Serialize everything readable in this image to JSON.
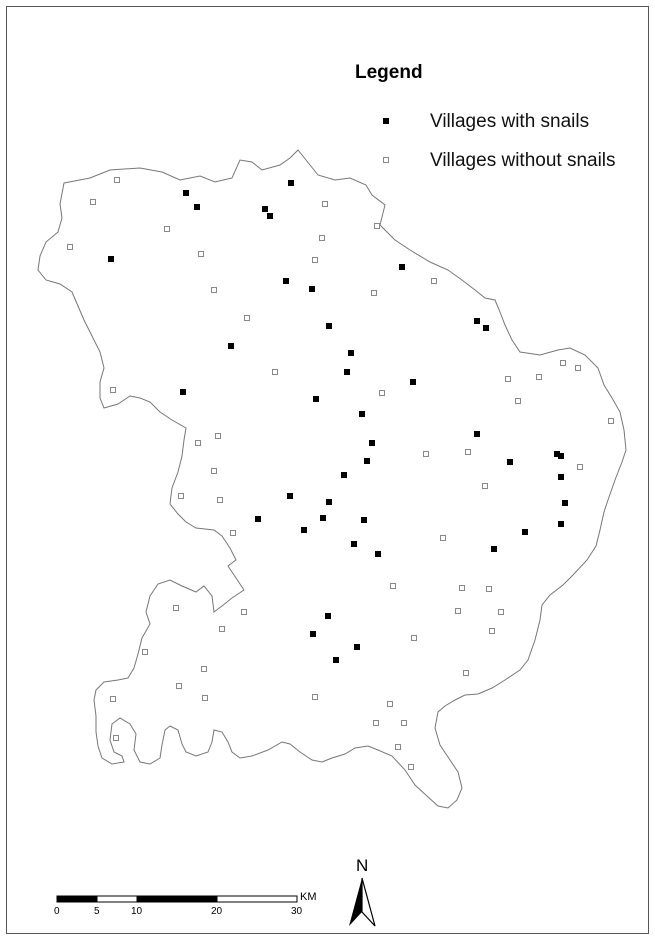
{
  "legend": {
    "title": "Legend",
    "with_snails": "Villages with snails",
    "without_snails": "Villages without snails"
  },
  "scale_bar": {
    "unit": "KM",
    "ticks": [
      "0",
      "5",
      "10",
      "20",
      "30"
    ]
  },
  "north_arrow": {
    "label": "N"
  },
  "colors": {
    "with_snails": "#000000",
    "without_snails_stroke": "#888888",
    "boundary": "#777777"
  },
  "villages_with_snails": [
    [
      186,
      193
    ],
    [
      197,
      207
    ],
    [
      291,
      183
    ],
    [
      265,
      209
    ],
    [
      270,
      216
    ],
    [
      111,
      259
    ],
    [
      402,
      267
    ],
    [
      286,
      281
    ],
    [
      312,
      289
    ],
    [
      477,
      321
    ],
    [
      486,
      328
    ],
    [
      329,
      326
    ],
    [
      231,
      346
    ],
    [
      351,
      353
    ],
    [
      347,
      372
    ],
    [
      413,
      382
    ],
    [
      183,
      392
    ],
    [
      316,
      399
    ],
    [
      362,
      414
    ],
    [
      477,
      434
    ],
    [
      372,
      443
    ],
    [
      367,
      461
    ],
    [
      510,
      462
    ],
    [
      557,
      454
    ],
    [
      561,
      456
    ],
    [
      561,
      477
    ],
    [
      344,
      475
    ],
    [
      290,
      496
    ],
    [
      329,
      502
    ],
    [
      565,
      503
    ],
    [
      258,
      519
    ],
    [
      323,
      518
    ],
    [
      364,
      520
    ],
    [
      304,
      530
    ],
    [
      525,
      532
    ],
    [
      561,
      524
    ],
    [
      354,
      544
    ],
    [
      494,
      549
    ],
    [
      378,
      554
    ],
    [
      328,
      616
    ],
    [
      313,
      634
    ],
    [
      357,
      647
    ],
    [
      336,
      660
    ]
  ],
  "villages_without_snails": [
    [
      117,
      180
    ],
    [
      386,
      160
    ],
    [
      93,
      202
    ],
    [
      325,
      204
    ],
    [
      167,
      229
    ],
    [
      377,
      226
    ],
    [
      70,
      247
    ],
    [
      201,
      254
    ],
    [
      322,
      238
    ],
    [
      315,
      260
    ],
    [
      434,
      281
    ],
    [
      214,
      290
    ],
    [
      374,
      293
    ],
    [
      247,
      318
    ],
    [
      275,
      372
    ],
    [
      563,
      363
    ],
    [
      578,
      368
    ],
    [
      539,
      377
    ],
    [
      508,
      379
    ],
    [
      113,
      390
    ],
    [
      382,
      393
    ],
    [
      518,
      401
    ],
    [
      611,
      421
    ],
    [
      198,
      443
    ],
    [
      218,
      436
    ],
    [
      426,
      454
    ],
    [
      468,
      452
    ],
    [
      580,
      467
    ],
    [
      214,
      471
    ],
    [
      485,
      486
    ],
    [
      181,
      496
    ],
    [
      220,
      500
    ],
    [
      233,
      533
    ],
    [
      443,
      538
    ],
    [
      393,
      586
    ],
    [
      462,
      588
    ],
    [
      489,
      589
    ],
    [
      176,
      608
    ],
    [
      244,
      612
    ],
    [
      458,
      611
    ],
    [
      501,
      612
    ],
    [
      222,
      629
    ],
    [
      492,
      631
    ],
    [
      414,
      638
    ],
    [
      145,
      652
    ],
    [
      204,
      669
    ],
    [
      466,
      673
    ],
    [
      179,
      686
    ],
    [
      205,
      698
    ],
    [
      315,
      697
    ],
    [
      113,
      699
    ],
    [
      390,
      704
    ],
    [
      376,
      723
    ],
    [
      404,
      723
    ],
    [
      116,
      738
    ],
    [
      398,
      747
    ],
    [
      411,
      767
    ]
  ]
}
